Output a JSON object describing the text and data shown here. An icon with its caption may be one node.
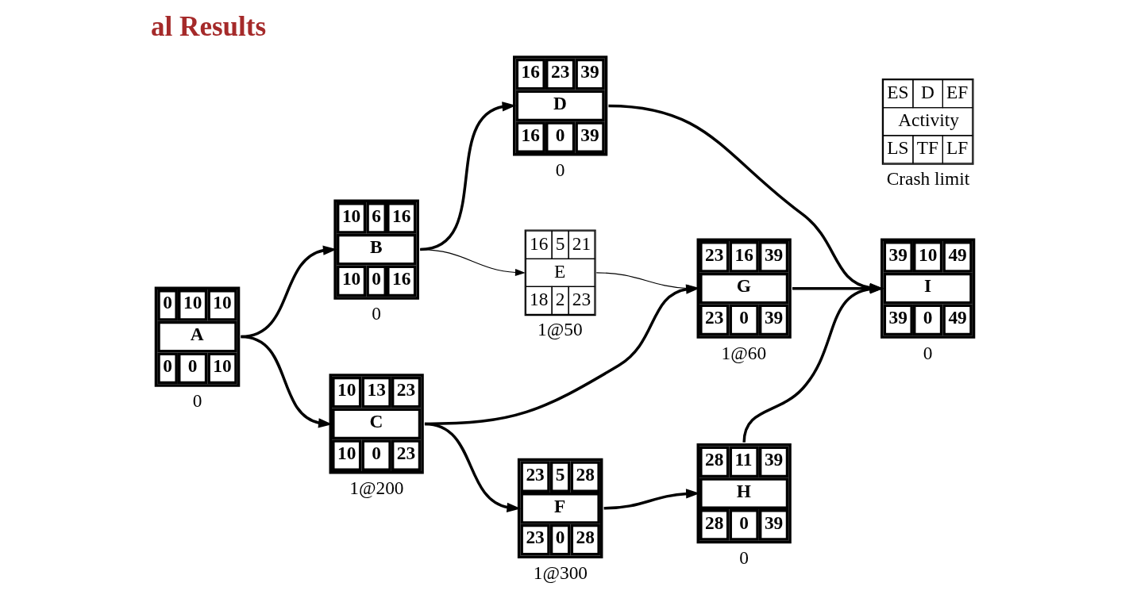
{
  "diagram": {
    "title": "al Results",
    "nodes": [
      {
        "text": [
          "0",
          "10",
          "10",
          "A",
          "0",
          "0",
          "10"
        ],
        "beside": [
          "0"
        ]
      },
      {
        "text": [
          "10",
          "6",
          "16",
          "B",
          "10",
          "0",
          "16"
        ],
        "beside": [
          "0"
        ]
      },
      {
        "text": [
          "10",
          "13",
          "23",
          "C",
          "10",
          "0",
          "23"
        ],
        "beside": [
          "1@200"
        ]
      },
      {
        "text": [
          "16",
          "23",
          "39",
          "D",
          "16",
          "0",
          "39"
        ],
        "beside": [
          "0"
        ]
      },
      {
        "text": [
          "16",
          "5",
          "21",
          "E",
          "18",
          "2",
          "23"
        ],
        "beside": [
          "1@50"
        ]
      },
      {
        "text": [
          "23",
          "5",
          "28",
          "F",
          "23",
          "0",
          "28"
        ],
        "beside": [
          "1@300"
        ]
      },
      {
        "text": [
          "23",
          "16",
          "39",
          "G",
          "23",
          "0",
          "39"
        ],
        "beside": [
          "1@60"
        ]
      },
      {
        "text": [
          "28",
          "11",
          "39",
          "H",
          "28",
          "0",
          "39"
        ],
        "beside": [
          "0"
        ]
      },
      {
        "text": [
          "39",
          "10",
          "49",
          "I",
          "39",
          "0",
          "49"
        ],
        "beside": [
          "0"
        ]
      },
      {
        "text": [
          "ES",
          "D",
          "EF",
          "Activity",
          "LS",
          "TF",
          "LF"
        ],
        "beside": [
          "Crash limit"
        ]
      }
    ],
    "edges": [
      {
        "from": 0,
        "to": 1,
        "arrow": "to"
      },
      {
        "from": 0,
        "to": 2,
        "arrow": "to"
      },
      {
        "from": 1,
        "to": 3,
        "arrow": "to"
      },
      {
        "from": 1,
        "to": 4,
        "arrow": "to"
      },
      {
        "from": 2,
        "to": 6,
        "arrow": "to"
      },
      {
        "from": 2,
        "to": 5,
        "arrow": "to"
      },
      {
        "from": 3,
        "to": 8,
        "arrow": "to"
      },
      {
        "from": 4,
        "to": 6,
        "arrow": "to"
      },
      {
        "from": 6,
        "to": 8,
        "arrow": "to"
      },
      {
        "from": 5,
        "to": 7,
        "arrow": "to"
      },
      {
        "from": 7,
        "to": 8,
        "arrow": "to"
      }
    ]
  }
}
